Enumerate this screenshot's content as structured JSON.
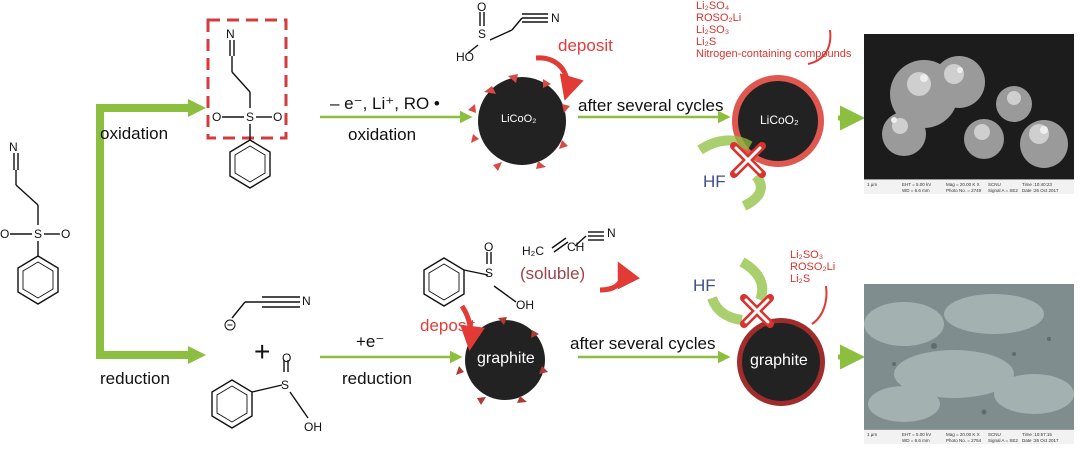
{
  "labels": {
    "oxidation_left": "oxidation",
    "reduction_left": "reduction",
    "oxidation_arrow": "oxidation",
    "reduction_arrow": "reduction",
    "ox_reagents": "– e⁻,  Li⁺,  RO •",
    "red_reagent": "+e⁻",
    "after_cycles_top": "after several cycles",
    "after_cycles_bottom": "after several cycles",
    "deposit_top": "deposit",
    "deposit_bottom": "deposit",
    "soluble": "(soluble)",
    "hf_top": "HF",
    "hf_bottom": "HF",
    "licoo2_fresh": "LiCoO₂",
    "licoo2_cycled": "LiCoO₂",
    "graphite_fresh": "graphite",
    "graphite_cycled": "graphite",
    "plus": "+"
  },
  "chem": {
    "N": "N",
    "S": "S",
    "O": "O",
    "OH": "OH",
    "HO": "HO",
    "CH": "CH",
    "H2C": "H₂C"
  },
  "cei_products": [
    "Li₂SO₄",
    "ROSO₂Li",
    "Li₂SO₃",
    "Li₂S",
    "Nitrogen-containing compounds"
  ],
  "sei_products": [
    "Li₂SO₃",
    "ROSO₂Li",
    "Li₂S"
  ],
  "sem_top": {
    "b1": "1 μm",
    "b2": "EHT = 5.00 kV",
    "b3": "WD = 6.6 mm",
    "b4": "Mag = 20.00 K X",
    "b5": "Photo No. = 2749",
    "b6": "SCNU",
    "b7": "Signal A = SE2",
    "b8": "Time :10:40:23",
    "b9": "Date :26 Oct 2017"
  },
  "sem_bottom": {
    "b1": "1 μm",
    "b2": "EHT = 5.00 kV",
    "b3": "WD = 6.6 mm",
    "b4": "Mag = 20.00 K X",
    "b5": "Photo No. = 2754",
    "b6": "SCNU",
    "b7": "Signal A = SE2",
    "b8": "Time :10:57:15",
    "b9": "Date :26 Oct 2017"
  },
  "colors": {
    "arrow_green": "#8cbf3f",
    "particle": "#222222",
    "deposit_red": "#e23a35",
    "cei_ring": "#e0574f",
    "sei_ring": "#a12c2c",
    "dashed_box": "#d23c3c"
  }
}
